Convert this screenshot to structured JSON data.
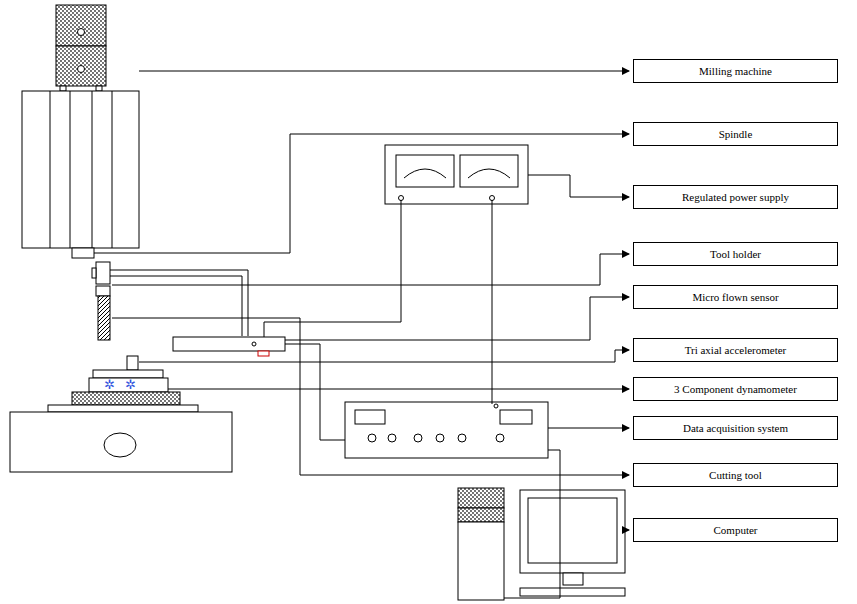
{
  "diagram": {
    "nodes": [
      {
        "text": [
          "Milling machine"
        ]
      },
      {
        "text": [
          "Spindle"
        ]
      },
      {
        "text": [
          "Regulated power supply"
        ]
      },
      {
        "text": [
          "Tool holder"
        ]
      },
      {
        "text": [
          "Micro flown sensor"
        ]
      },
      {
        "text": [
          "Tri axial accelerometer"
        ]
      },
      {
        "text": [
          "3 Component dynamometer"
        ]
      },
      {
        "text": [
          "Data acquisition system"
        ]
      },
      {
        "text": [
          "Cutting tool"
        ]
      },
      {
        "text": [
          "Computer"
        ]
      }
    ]
  }
}
